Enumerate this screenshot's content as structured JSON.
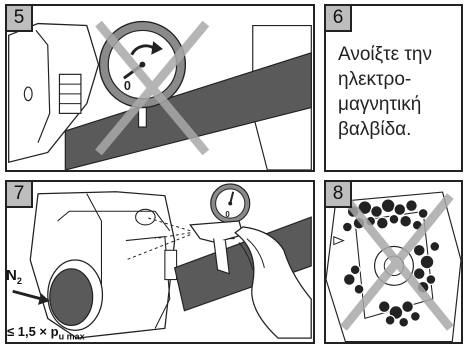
{
  "steps": [
    {
      "number": "5"
    },
    {
      "number": "6",
      "text_lines": [
        "Ανοίξτε την",
        "ηλεκτρο-",
        "μαγνητική",
        "βαλβίδα."
      ]
    },
    {
      "number": "7"
    },
    {
      "number": "8"
    }
  ],
  "panel5": {
    "gauge_zero": "0"
  },
  "panel7": {
    "gauge_zero": "0",
    "gas_main": "N",
    "gas_sub": "2",
    "pressure_prefix": "≤ 1,5 × p",
    "pressure_sub": "u max"
  },
  "colors": {
    "pipe": "#5a5a5a",
    "badge": "#bdbdbd",
    "outline": "#222222",
    "cross": "#a9a9a9"
  }
}
